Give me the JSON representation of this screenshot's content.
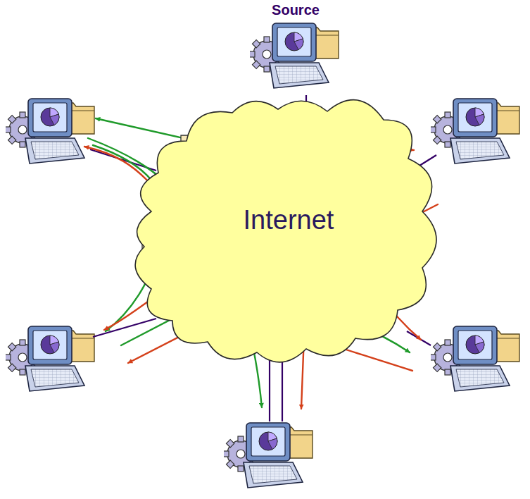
{
  "diagram": {
    "nodes": [
      {
        "text": [
          "Source"
        ]
      },
      {
        "text": [
          "Internet"
        ]
      }
    ],
    "edges": [
      {
        "from": 0,
        "to": 1,
        "arrow": "none"
      }
    ]
  }
}
